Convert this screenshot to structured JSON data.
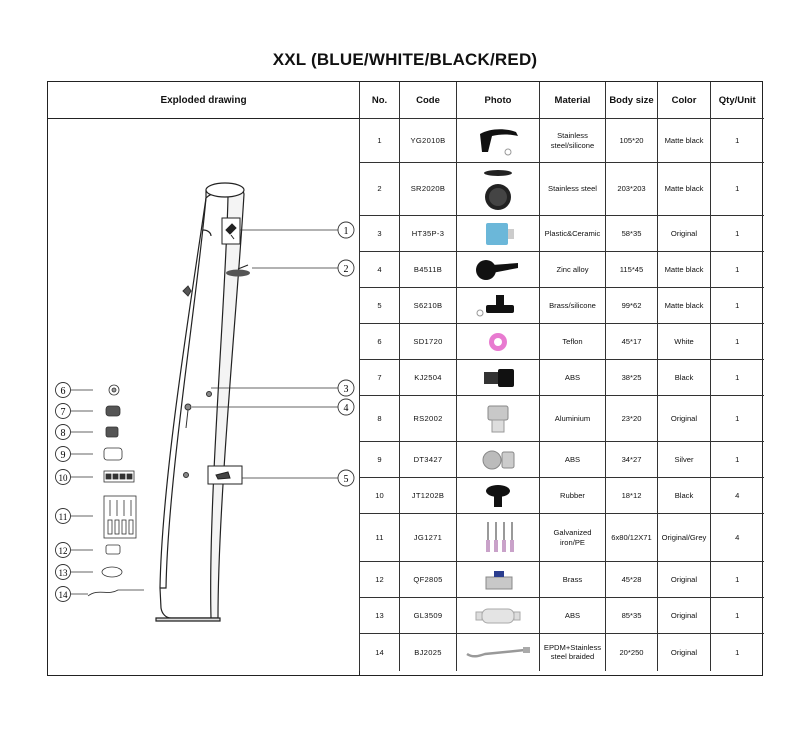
{
  "title": "XXL  (BLUE/WHITE/BLACK/RED)",
  "drawing": {
    "header": "Exploded drawing",
    "callouts": [
      "1",
      "2",
      "3",
      "4",
      "5",
      "6",
      "7",
      "8",
      "9",
      "10",
      "11",
      "12",
      "13",
      "14"
    ]
  },
  "columns": [
    "No.",
    "Code",
    "Photo",
    "Material",
    "Body size",
    "Color",
    "Qty/Unit"
  ],
  "parts": [
    {
      "no": "1",
      "code": "YG2010B",
      "material": "Stainless steel/silicone",
      "size": "105*20",
      "color": "Matte black",
      "qty": "1",
      "photo": "handheld-spray-icon"
    },
    {
      "no": "2",
      "code": "SR2020B",
      "material": "Stainless steel",
      "size": "203*203",
      "color": "Matte black",
      "qty": "1",
      "photo": "shower-head-icon"
    },
    {
      "no": "3",
      "code": "HT35P-3",
      "material": "Plastic&Ceramic",
      "size": "58*35",
      "color": "Original",
      "qty": "1",
      "photo": "cartridge-icon"
    },
    {
      "no": "4",
      "code": "B4511B",
      "material": "Zinc alloy",
      "size": "115*45",
      "color": "Matte black",
      "qty": "1",
      "photo": "lever-handle-icon"
    },
    {
      "no": "5",
      "code": "S6210B",
      "material": "Brass/silicone",
      "size": "99*62",
      "color": "Matte black",
      "qty": "1",
      "photo": "foot-tap-icon"
    },
    {
      "no": "6",
      "code": "SD1720",
      "material": "Teflon",
      "size": "45*17",
      "color": "White",
      "qty": "1",
      "photo": "teflon-tape-icon"
    },
    {
      "no": "7",
      "code": "KJ2504",
      "material": "ABS",
      "size": "38*25",
      "color": "Black",
      "qty": "1",
      "photo": "hose-connector-icon"
    },
    {
      "no": "8",
      "code": "RS2002",
      "material": "Aluminium",
      "size": "23*20",
      "color": "Original",
      "qty": "1",
      "photo": "aluminium-fitting-icon"
    },
    {
      "no": "9",
      "code": "DT3427",
      "material": "ABS",
      "size": "34*27",
      "color": "Silver",
      "qty": "1",
      "photo": "silver-knob-icon"
    },
    {
      "no": "10",
      "code": "JT1202B",
      "material": "Rubber",
      "size": "18*12",
      "color": "Black",
      "qty": "4",
      "photo": "rubber-foot-icon"
    },
    {
      "no": "11",
      "code": "JG1271",
      "material": "Galvanized iron/PE",
      "size": "6x80/12X71",
      "color": "Original/Grey",
      "qty": "4",
      "photo": "anchor-bolts-icon"
    },
    {
      "no": "12",
      "code": "QF2805",
      "material": "Brass",
      "size": "45*28",
      "color": "Original",
      "qty": "1",
      "photo": "ball-valve-icon"
    },
    {
      "no": "13",
      "code": "GL3509",
      "material": "ABS",
      "size": "85*35",
      "color": "Original",
      "qty": "1",
      "photo": "filter-icon"
    },
    {
      "no": "14",
      "code": "BJ2025",
      "material": "EPDM+Stainless steel braided",
      "size": "20*250",
      "color": "Original",
      "qty": "1",
      "photo": "braided-hose-icon"
    }
  ]
}
